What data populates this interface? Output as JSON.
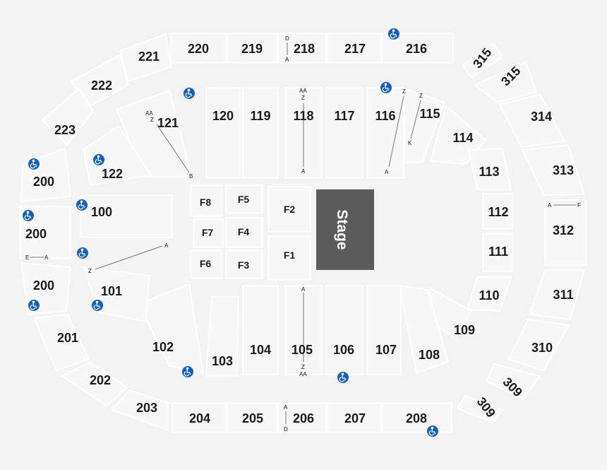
{
  "venue": {
    "stage_label": "Stage",
    "colors": {
      "background": "#f3f3f3",
      "section_fill": "#f7f7f7",
      "stage_fill": "#5b5b5b",
      "accessible_icon": "#1560bd"
    }
  },
  "upper_300": [
    "315",
    "315",
    "314",
    "313",
    "312",
    "311",
    "310",
    "309",
    "309"
  ],
  "upper_200": [
    "221",
    "220",
    "219",
    "218",
    "217",
    "216",
    "222",
    "223",
    "200",
    "200",
    "200",
    "201",
    "202",
    "203",
    "204",
    "205",
    "206",
    "207",
    "208"
  ],
  "lower_100": [
    "121",
    "120",
    "119",
    "118",
    "117",
    "116",
    "115",
    "114",
    "113",
    "112",
    "111",
    "110",
    "109",
    "108",
    "107",
    "106",
    "105",
    "104",
    "103",
    "102",
    "101",
    "100",
    "122"
  ],
  "floor": [
    "F8",
    "F5",
    "F2",
    "F7",
    "F4",
    "F6",
    "F3",
    "F1"
  ],
  "row_markers": {
    "s218": [
      "D",
      "A"
    ],
    "s206": [
      "A",
      "D"
    ],
    "s118": [
      "AA",
      "Z",
      "A"
    ],
    "s105": [
      "A",
      "Z",
      "AA"
    ],
    "s121": [
      "AA",
      "Z",
      "B"
    ],
    "s116": [
      "Z",
      "A"
    ],
    "s115": [
      "Z",
      "K"
    ],
    "s100": [
      "A",
      "Z"
    ],
    "s312": [
      "A",
      "F"
    ],
    "s200": [
      "E",
      "A"
    ]
  },
  "accessible_icon_name": "wheelchair-icon"
}
